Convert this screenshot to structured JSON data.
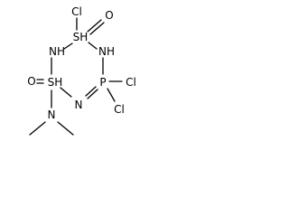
{
  "molecule": {
    "atoms": {
      "s1": "SH",
      "s2": "SH",
      "p": "P",
      "cl_top": "Cl",
      "cl_p1": "Cl",
      "cl_p2": "Cl",
      "o_top": "O",
      "o_left": "O",
      "nh_left": "NH",
      "nh_right": "NH",
      "n_ring": "N",
      "n_amine": "N"
    }
  }
}
